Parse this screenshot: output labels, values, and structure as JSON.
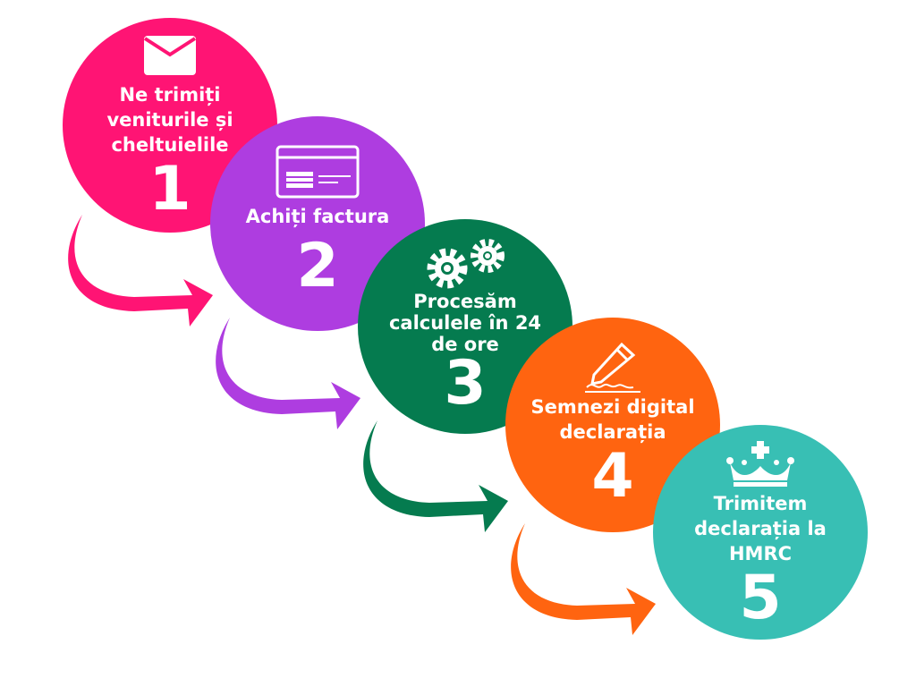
{
  "steps": [
    {
      "number": "1",
      "label": "Ne trimiți veniturile și cheltuielile",
      "icon": "envelope-icon",
      "color": "#FF1474"
    },
    {
      "number": "2",
      "label": "Achiți factura",
      "icon": "credit-card-icon",
      "color": "#AE3DE0"
    },
    {
      "number": "3",
      "label": "Procesăm calculele în 24 de ore",
      "icon": "gears-icon",
      "color": "#057B4F"
    },
    {
      "number": "4",
      "label": "Semnezi digital declarația",
      "icon": "pen-signature-icon",
      "color": "#FF6410"
    },
    {
      "number": "5",
      "label": "Trimitem declarația la HMRC",
      "icon": "crown-icon",
      "color": "#38BFB4"
    }
  ]
}
